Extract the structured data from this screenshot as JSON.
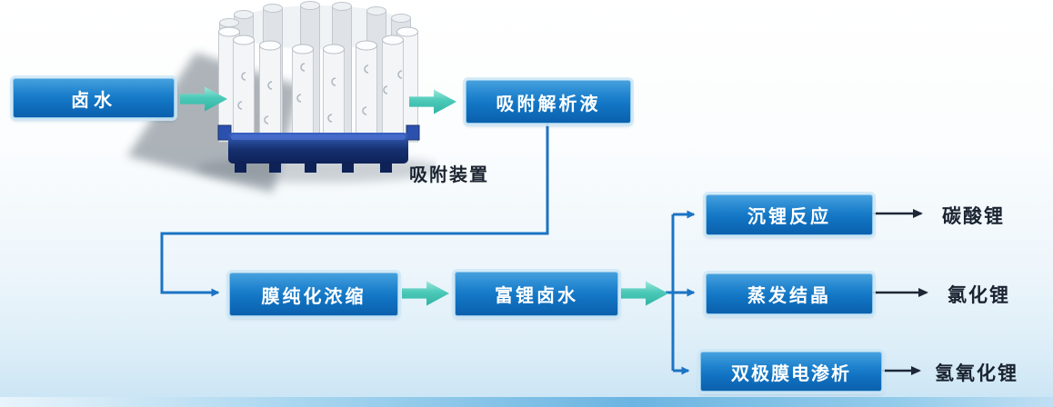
{
  "diagram": {
    "nodes": {
      "brine": "卤水",
      "adsorption_liquid": "吸附解析液",
      "membrane_purification": "膜纯化浓缩",
      "lithium_rich_brine": "富锂卤水",
      "precipitation": "沉锂反应",
      "evaporation": "蒸发结晶",
      "electrodialysis": "双极膜电渗析"
    },
    "labels": {
      "device": "吸附装置"
    },
    "products": {
      "carbonate": "碳酸锂",
      "chloride": "氯化锂",
      "hydroxide": "氢氧化锂"
    },
    "icons": {
      "flow_arrow": "teal-block-arrow-right"
    },
    "colors": {
      "box_blue": "#1173c2",
      "box_blue_light": "#45a0de",
      "arrow_teal": "#3fc3b2",
      "connector_blue": "#1b74c4",
      "product_arrow_dark": "#1d2736",
      "background_tint": "#c9e4f4"
    }
  }
}
